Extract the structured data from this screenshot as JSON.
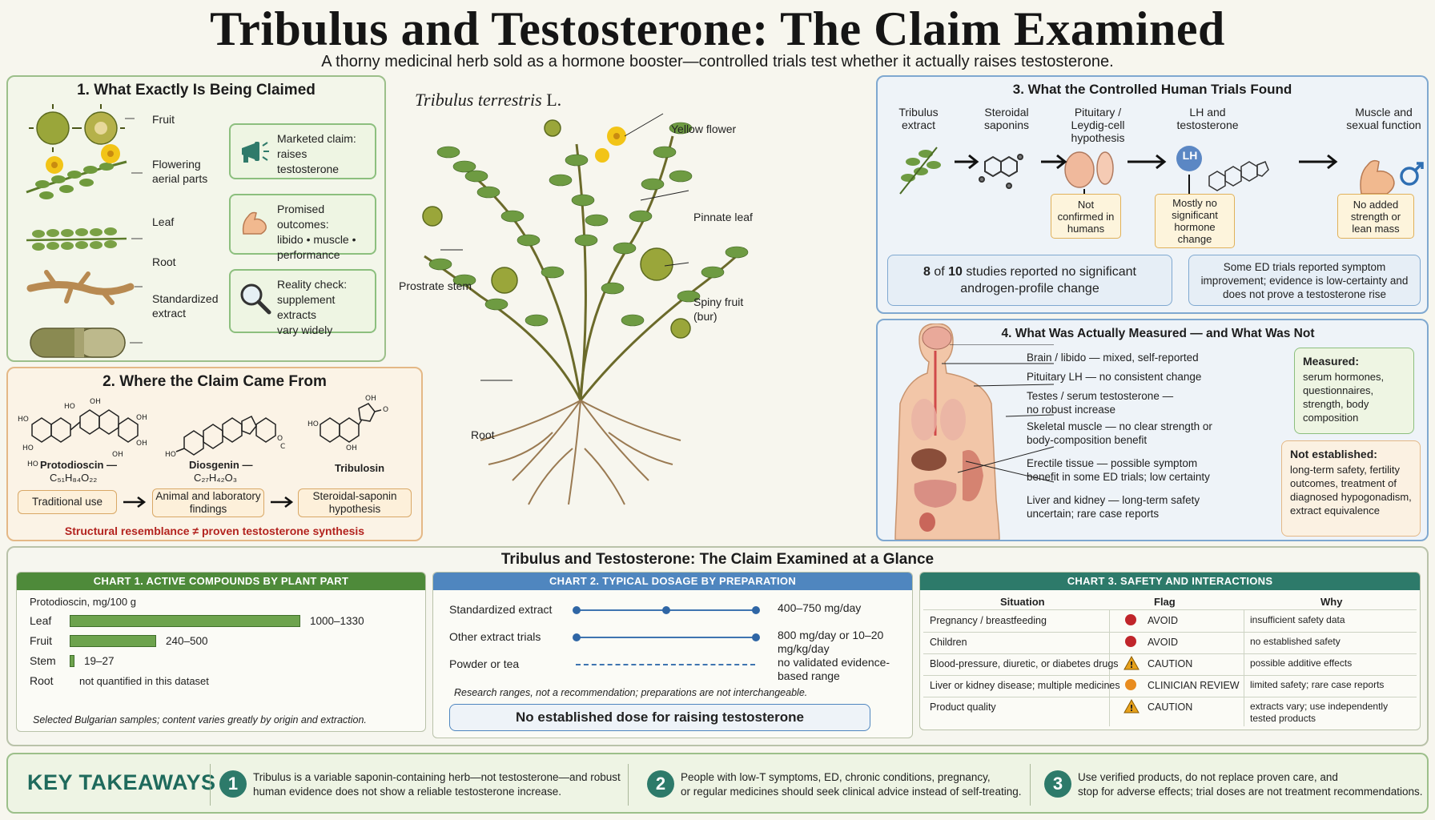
{
  "header": {
    "title": "Tribulus and Testosterone: The Claim Examined",
    "subtitle": "A thorny medicinal herb sold as a hormone booster—controlled trials test whether it actually raises testosterone."
  },
  "section1": {
    "title": "1. What Exactly Is Being Claimed",
    "parts": [
      "Fruit",
      "Flowering aerial parts",
      "Leaf",
      "Root",
      "Standardized extract"
    ],
    "cards": [
      {
        "icon": "megaphone-icon",
        "line1": "Marketed claim:",
        "line2": "raises testosterone",
        "line3": ""
      },
      {
        "icon": "flexed-arm-icon",
        "line1": "Promised outcomes:",
        "line2": "libido • muscle •",
        "line3": "performance"
      },
      {
        "icon": "magnifier-icon",
        "line1": "Reality check:",
        "line2": "supplement extracts",
        "line3": "vary widely"
      }
    ]
  },
  "section2": {
    "title": "2. Where the Claim Came From",
    "compounds": [
      {
        "name": "Protodioscin —",
        "formula": "C₅₁H₈₄O₂₂"
      },
      {
        "name": "Diosgenin —",
        "formula": "C₂₇H₄₂O₃"
      },
      {
        "name": "Tribulosin",
        "formula": ""
      }
    ],
    "flow": [
      "Traditional use",
      "Animal and laboratory findings",
      "Steroidal-saponin hypothesis"
    ],
    "warning": "Structural resemblance ≠ proven testosterone synthesis"
  },
  "plant": {
    "species": "Tribulus terrestris",
    "author": "L.",
    "labels": [
      "Yellow flower",
      "Pinnate leaf",
      "Prostrate stem",
      "Spiny fruit (bur)",
      "Root"
    ]
  },
  "section3": {
    "title": "3. What the Controlled Human Trials Found",
    "steps": [
      "Tribulus extract",
      "Steroidal saponins",
      "Pituitary / Leydig-cell hypothesis",
      "LH and testosterone",
      "Muscle and sexual function"
    ],
    "lh_badge": "LH",
    "findings": [
      "Not confirmed in humans",
      "Mostly no significant hormone change",
      "No added strength or lean mass"
    ],
    "summary_left_prefix": "8",
    "summary_left_mid": " of ",
    "summary_left_total": "10",
    "summary_left_suffix": " studies reported no significant androgen-profile change",
    "summary_right": "Some ED trials reported symptom improvement; evidence is low-certainty and does not prove a testosterone rise"
  },
  "section4": {
    "title": "4. What Was Actually Measured — and What Was Not",
    "organs": [
      "Brain / libido — mixed, self-reported",
      "Pituitary LH — no consistent change",
      "Testes / serum testosterone — no robust increase",
      "Skeletal muscle — no clear strength or body-composition benefit",
      "Erectile tissue — possible symptom benefit in some ED trials; low certainty",
      "Liver and kidney — long-term safety uncertain; rare case reports"
    ],
    "measured_title": "Measured:",
    "measured_text": "serum hormones, questionnaires, strength, body composition",
    "not_title": "Not established:",
    "not_text": "long-term safety, fertility outcomes, treatment of diagnosed hypogonadism, extract equivalence"
  },
  "glance": {
    "title": "Tribulus and Testosterone: The Claim Examined at a Glance"
  },
  "chart_data": [
    {
      "type": "bar",
      "title": "CHART 1. ACTIVE COMPOUNDS BY PLANT PART",
      "ylabel": "Protodioscin, mg/100 g",
      "categories": [
        "Leaf",
        "Fruit",
        "Stem",
        "Root"
      ],
      "values": [
        1330,
        500,
        27,
        null
      ],
      "value_labels": [
        "1000–1330",
        "240–500",
        "19–27",
        "not quantified in this dataset"
      ],
      "xlim": [
        0,
        1330
      ],
      "note": "Selected Bulgarian samples; content varies greatly by origin and extraction."
    },
    {
      "type": "range",
      "title": "CHART 2. TYPICAL DOSAGE BY PREPARATION",
      "categories": [
        "Standardized extract",
        "Other extract trials",
        "Powder or tea"
      ],
      "value_labels": [
        "400–750 mg/day",
        "800 mg/day or 10–20 mg/kg/day",
        "no validated evidence-based range"
      ],
      "note": "Research ranges, not a recommendation; preparations are not interchangeable.",
      "callout": "No established dose for raising testosterone"
    },
    {
      "type": "table",
      "title": "CHART 3. SAFETY AND INTERACTIONS",
      "columns": [
        "Situation",
        "Flag",
        "Why"
      ],
      "rows": [
        {
          "situation": "Pregnancy / breastfeeding",
          "flag": "AVOID",
          "level": "avoid",
          "why": "insufficient safety data"
        },
        {
          "situation": "Children",
          "flag": "AVOID",
          "level": "avoid",
          "why": "no established safety"
        },
        {
          "situation": "Blood-pressure, diuretic, or diabetes drugs",
          "flag": "CAUTION",
          "level": "caution",
          "why": "possible additive effects"
        },
        {
          "situation": "Liver or kidney disease; multiple medicines",
          "flag": "CLINICIAN REVIEW",
          "level": "review",
          "why": "limited safety; rare case reports"
        },
        {
          "situation": "Product quality",
          "flag": "CAUTION",
          "level": "caution",
          "why": "extracts vary; use independently tested products"
        }
      ]
    }
  ],
  "takeaways": {
    "title": "KEY TAKEAWAYS",
    "items": [
      {
        "num": "1",
        "line1": "Tribulus is a variable saponin-containing herb—not testosterone—and robust",
        "line2": "human evidence does not show a reliable testosterone increase."
      },
      {
        "num": "2",
        "line1": "People with low-T symptoms, ED, chronic conditions, pregnancy,",
        "line2": "or regular medicines should seek clinical advice instead of self-treating."
      },
      {
        "num": "3",
        "line1": "Use verified products, do not replace proven care, and",
        "line2": "stop for adverse effects; trial doses are not treatment recommendations."
      }
    ]
  },
  "colors": {
    "green": "#4e8a3a",
    "blue": "#4f86bf",
    "teal": "#2d7a6a",
    "red": "#c0252b",
    "amber": "#e6a11b",
    "orange": "#e88c1f"
  }
}
